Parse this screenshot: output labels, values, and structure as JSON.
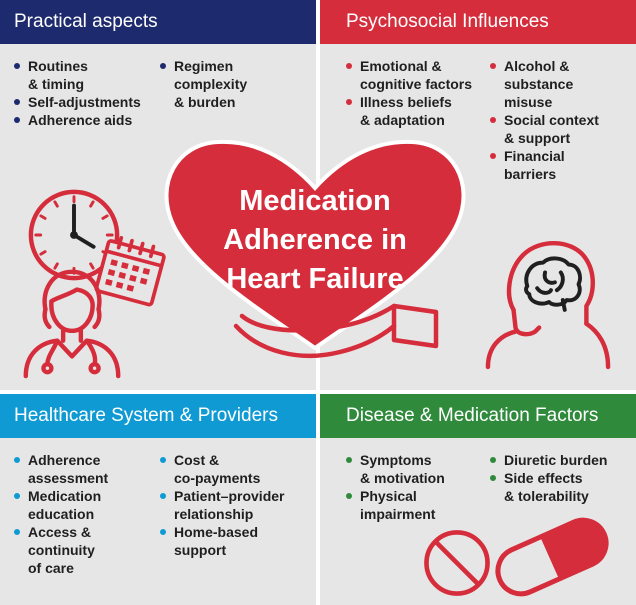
{
  "center_title": {
    "line1": "Medication",
    "line2": "Adherence in",
    "line3": "Heart Failure"
  },
  "quadrants": {
    "practical": {
      "title": "Practical aspects",
      "color": "#1d2a6e",
      "col1": [
        [
          "Routines",
          "& timing"
        ],
        [
          "Self-adjustments"
        ],
        [
          "Adherence aids"
        ]
      ],
      "col2": [
        [
          "Regimen",
          "complexity",
          "& burden"
        ]
      ]
    },
    "psychosocial": {
      "title": "Psychosocial Influences",
      "color": "#d52d3b",
      "col1": [
        [
          "Emotional &",
          "cognitive factors"
        ],
        [
          "Illness beliefs",
          "& adaptation"
        ]
      ],
      "col2": [
        [
          "Alcohol &",
          "substance",
          "misuse"
        ],
        [
          "Social context",
          "& support"
        ],
        [
          "Financial",
          "barriers"
        ]
      ]
    },
    "healthcare": {
      "title": "Healthcare System & Providers",
      "color": "#0f9ad3",
      "col1": [
        [
          "Adherence",
          "assessment"
        ],
        [
          "Medication",
          "education"
        ],
        [
          "Access &",
          "continuity",
          "of care"
        ]
      ],
      "col2": [
        [
          "Cost &",
          "co-payments"
        ],
        [
          "Patient–provider",
          "relationship"
        ],
        [
          "Home-based",
          "support"
        ]
      ]
    },
    "disease": {
      "title": "Disease & Medication Factors",
      "color": "#2f8a3c",
      "col1": [
        [
          "Symptoms",
          "& motivation"
        ],
        [
          "Physical",
          "impairment"
        ]
      ],
      "col2": [
        [
          "Diuretic burden"
        ],
        [
          "Side effects",
          "& tolerability"
        ]
      ]
    }
  },
  "icons": {
    "practical": [
      "clock-icon",
      "calendar-icon",
      "clinician-icon"
    ],
    "psychosocial": [
      "head-brain-icon"
    ],
    "center": [
      "heart-icon",
      "open-hand-icon"
    ],
    "disease": [
      "pill-icon",
      "capsule-icon"
    ]
  },
  "accent_red": "#d52d3b"
}
